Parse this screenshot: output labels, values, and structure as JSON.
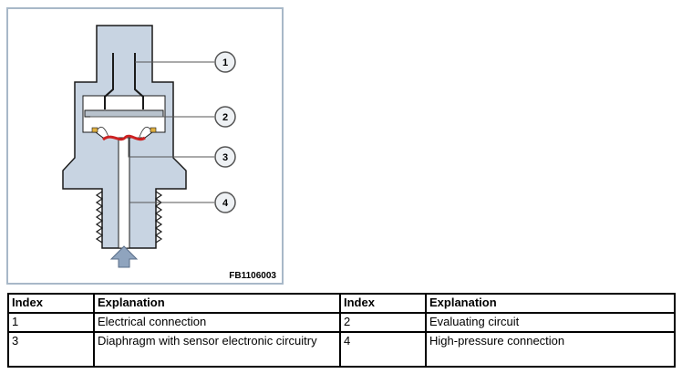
{
  "figure": {
    "code": "FB1106003",
    "callouts": [
      "1",
      "2",
      "3",
      "4"
    ]
  },
  "legend": {
    "headers": [
      "Index",
      "Explanation",
      "Index",
      "Explanation"
    ],
    "rows": [
      [
        "1",
        "Electrical connection",
        "2",
        "Evaluating circuit"
      ],
      [
        "3",
        "Diaphragm with sensor electronic circuitry",
        "4",
        "High-pressure connection"
      ]
    ]
  },
  "colors": {
    "housing": "#c8d4e2",
    "outline": "#1a1a1a",
    "diaphragm": "#cc2222",
    "pcb": "#b8c2cc",
    "frame": "#a8b8c8",
    "arrow": "#8fa4be"
  }
}
